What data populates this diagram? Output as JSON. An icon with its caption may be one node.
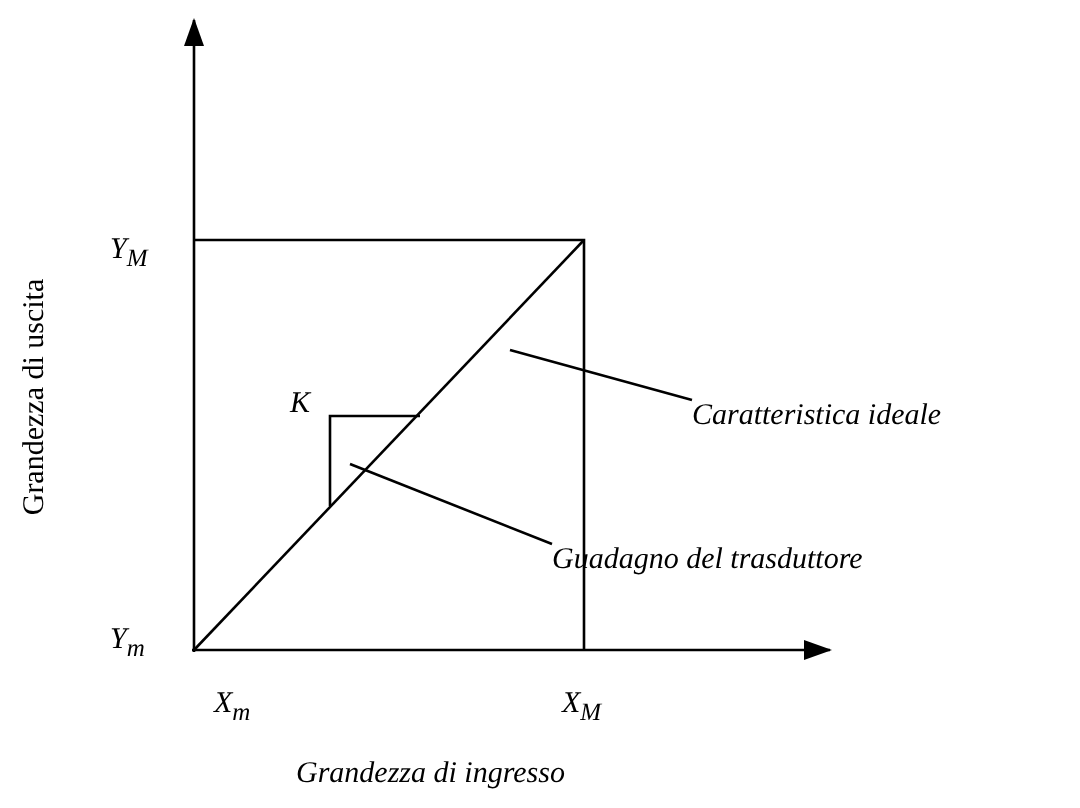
{
  "diagram": {
    "nodes": [
      {
        "text": [
          "Caratteristica ideale"
        ]
      },
      {
        "text": [
          "Guadagno del trasduttore"
        ]
      }
    ],
    "edges": [
      {
        "from": 0,
        "to": null,
        "arrow": "none"
      },
      {
        "from": 1,
        "to": null,
        "arrow": "none"
      }
    ],
    "labels": [
      "Y$_{M}$",
      "K",
      "Y$_{m}$",
      "X$_{m}$",
      "X$_{M}$",
      "Grandezza di uscita",
      "Grandezza di ingresso"
    ]
  }
}
